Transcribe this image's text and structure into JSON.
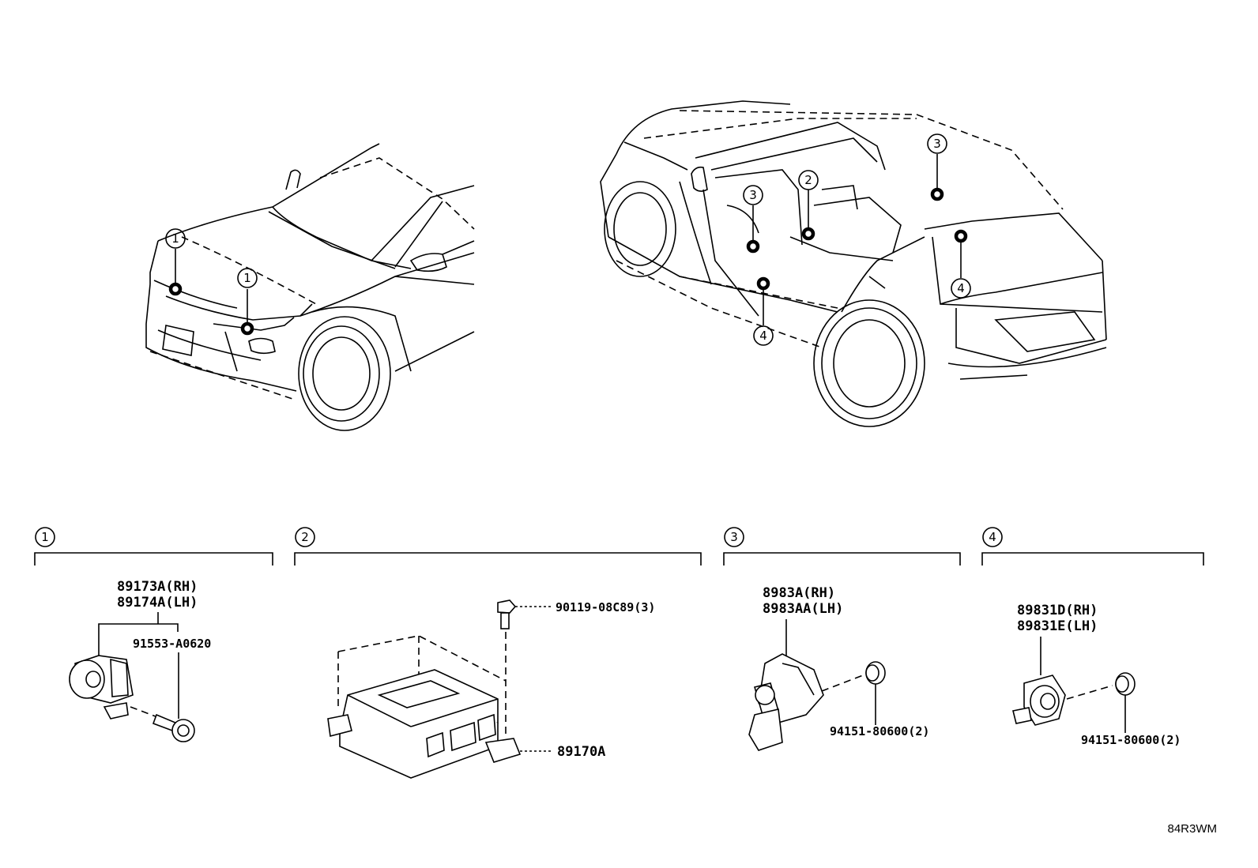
{
  "diagram": {
    "callout_numbers": [
      "1",
      "2",
      "3",
      "4"
    ],
    "sections": [
      {
        "id": "1",
        "labels": [
          "89173A(RH)",
          "89174A(LH)",
          "91553-A0620"
        ]
      },
      {
        "id": "2",
        "labels": [
          "90119-08C89(3)",
          "89170A"
        ]
      },
      {
        "id": "3",
        "labels": [
          "8983A(RH)",
          "8983AA(LH)",
          "94151-80600(2)"
        ]
      },
      {
        "id": "4",
        "labels": [
          "89831D(RH)",
          "89831E(LH)",
          "94151-80600(2)"
        ]
      }
    ],
    "illustration_code": "84R3WM"
  }
}
